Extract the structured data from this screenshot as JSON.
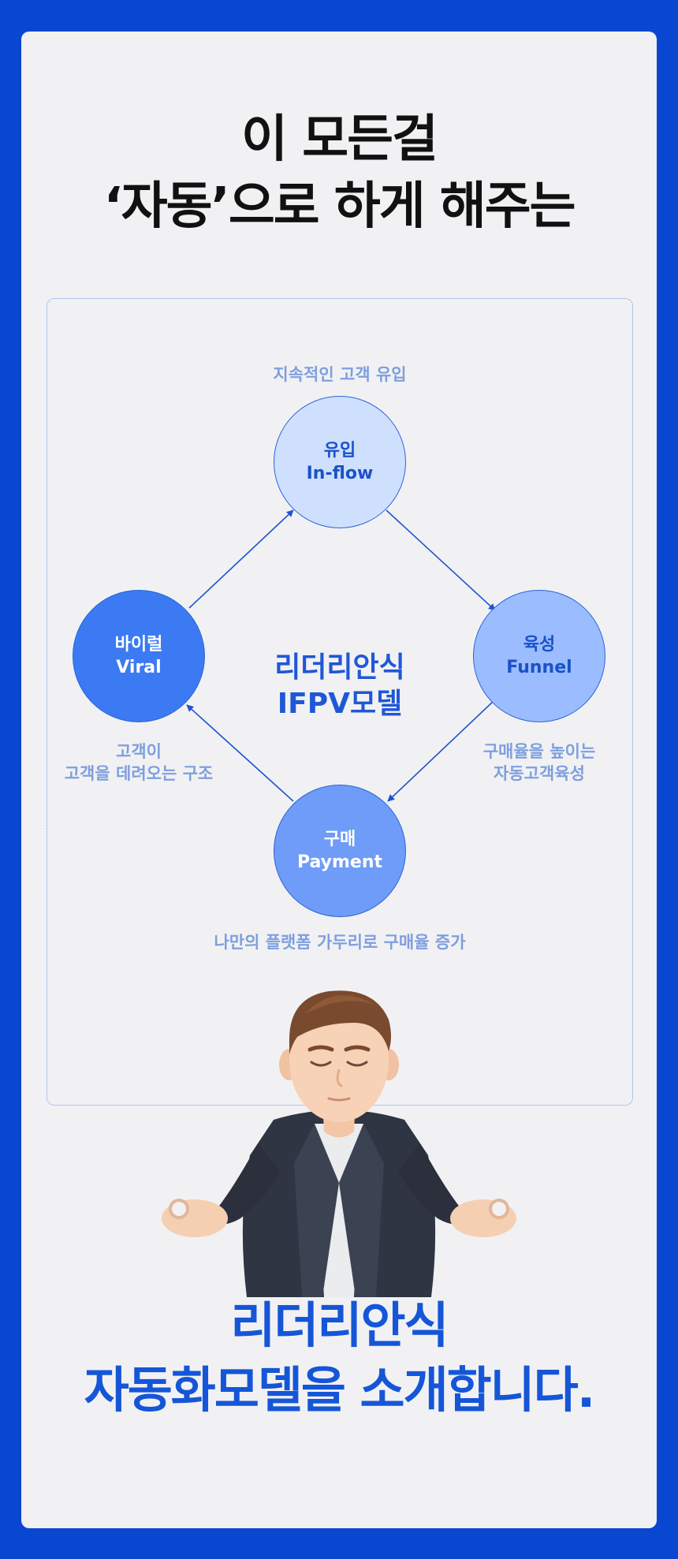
{
  "headline": {
    "line1": "이 모든걸",
    "line2": "‘자동’으로 하게 해주는"
  },
  "diagram": {
    "center_line1": "리더리안식",
    "center_line2": "IFPV모델",
    "nodes": {
      "inflow": {
        "ko": "유입",
        "en": "In-flow"
      },
      "funnel": {
        "ko": "육성",
        "en": "Funnel"
      },
      "payment": {
        "ko": "구매",
        "en": "Payment"
      },
      "viral": {
        "ko": "바이럴",
        "en": "Viral"
      }
    },
    "captions": {
      "inflow": "지속적인 고객 유입",
      "funnel_line1": "구매율을 높이는",
      "funnel_line2": "자동고객육성",
      "payment": "나만의 플랫폼 가두리로 구매율 증가",
      "viral_line1": "고객이",
      "viral_line2": "고객을 데려오는 구조"
    },
    "colors": {
      "inflow_fill": "#cfe0ff",
      "funnel_fill": "#9bbcff",
      "payment_fill": "#6e9cf8",
      "viral_fill": "#3b7af2",
      "arrow": "#1d55cf"
    }
  },
  "footer": {
    "line1": "리더리안식",
    "line2": "자동화모델을 소개합니다."
  },
  "colors": {
    "background": "#0a47d1",
    "card": "#f1f1f3",
    "accent": "#1556d8"
  }
}
